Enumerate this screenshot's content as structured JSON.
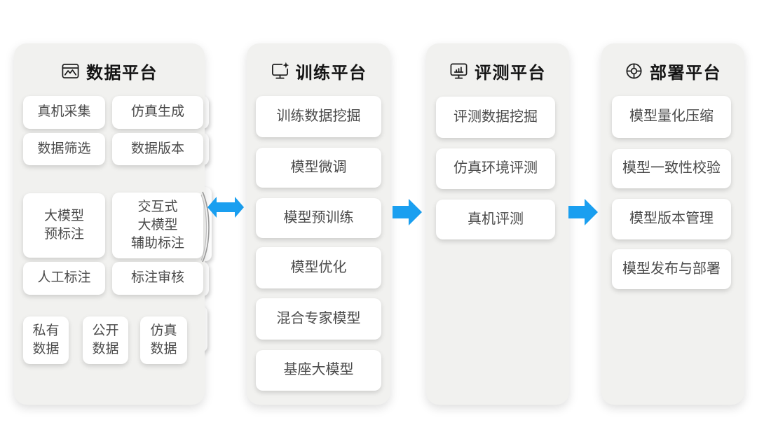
{
  "colors": {
    "arrow_blue": "#1A9FF0",
    "panel_bg": "#F1F1EF",
    "card_bg": "#FFFFFF",
    "title_text": "#141414",
    "card_text": "#4B4B4B"
  },
  "arrows": [
    {
      "between": "data-and-training",
      "direction": "bidirectional"
    },
    {
      "between": "training-and-evaluation",
      "direction": "right"
    },
    {
      "between": "evaluation-and-deployment",
      "direction": "right"
    }
  ],
  "panels": [
    {
      "title": "数据平台",
      "icon": "image-chart-icon",
      "groups": [
        [
          "真机采集",
          "仿真生成",
          "数据筛选",
          "数据版本"
        ],
        [
          "大模型\n预标注",
          "交互式\n大横型\n辅助标注",
          "人工标注",
          "标注审核"
        ],
        [
          "私有\n数据",
          "公开\n数据",
          "仿真\n数据"
        ]
      ]
    },
    {
      "title": "训练平台",
      "icon": "monitor-sparkle-icon",
      "items": [
        "训练数据挖掘",
        "模型微调",
        "模型预训练",
        "模型优化",
        "混合专家模型",
        "基座大模型"
      ]
    },
    {
      "title": "评测平台",
      "icon": "monitor-barchart-icon",
      "items": [
        "评测数据挖掘",
        "仿真环境评测",
        "真机评测"
      ]
    },
    {
      "title": "部署平台",
      "icon": "target-crosshair-icon",
      "items": [
        "模型量化压缩",
        "模型一致性校验",
        "模型版本管理",
        "模型发布与部署"
      ]
    }
  ]
}
